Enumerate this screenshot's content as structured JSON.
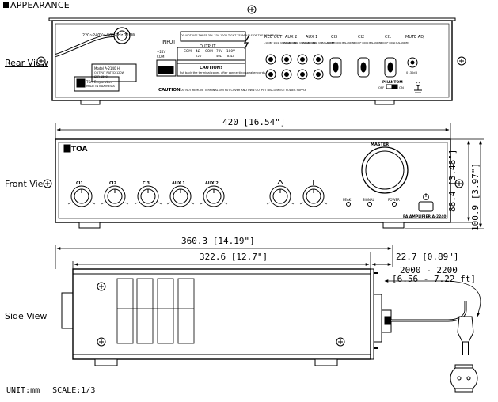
{
  "header": {
    "title": "APPEARANCE"
  },
  "views": {
    "rear": "Rear View",
    "front": "Front View",
    "side": "Side View"
  },
  "rear": {
    "power_label": "220~240V~ 50/60Hz 126W",
    "input_label": "INPUT",
    "output_label": "OUTPUT",
    "input_vals": [
      "+24V",
      "COM"
    ],
    "output_vals": [
      "COM",
      "4Ω",
      "COM",
      "70V",
      "100V"
    ],
    "output_sub": [
      "",
      "22V",
      "",
      "40Ω",
      "83Ω"
    ],
    "caution_box_title": "CAUTION!",
    "caution_box_text": "Put back the terminal cover, after connecting speaker cords.",
    "caution_bottom_label": "CAUTION",
    "caution_bottom_text": "DO NOT REMOVE TERMINAL OUTPUT COVER AND OWN OUTPUT DISCONNECT POWER SUPPLY",
    "warning_top": "DO NOT USE THESE 3DL 70V 100V TIGHT TERMINALS OF THE POWER TAG",
    "model_line1": "Model  A-2140 H",
    "model_line2": "OUTPUT RATED  120W",
    "model_line3": "SER       1500",
    "brand_line1": "TOA Corporation",
    "brand_line2": "MADE IN INDONESIA",
    "rec_out": "REC OUT",
    "aux2": "AUX 2",
    "aux1": "AUX 1",
    "rca_sub": "-10dB* 10kΩ UNBALANCED",
    "ch3": "CI3",
    "ch2": "CI2",
    "ch1": "CI1",
    "ch_sub": "-60dB* 600Ω BALANCED",
    "mute_adj": "MUTE ADJ",
    "mute_range": "0      -30dB",
    "phantom": "PHANTOM",
    "phantom_states": [
      "OFF",
      "ON"
    ]
  },
  "front": {
    "brand": "TOA",
    "master": "MASTER",
    "knob_labels": [
      "CI1",
      "CI2",
      "CI3",
      "AUX 1",
      "AUX 2"
    ],
    "indicators": [
      "PEAK",
      "SIGNAL",
      "POWER"
    ],
    "model_text": "PA AMPLIFIER  A-2240"
  },
  "dims": {
    "width": "420 [16.54\"]",
    "height_panel": "88.4 [3.48\"]",
    "height_total": "100.9 [3.97\"]",
    "depth_total": "360.3 [14.19\"]",
    "depth_body": "322.6 [12.7\"]",
    "protrusion": "22.7 [0.89\"]",
    "cord_length": "2000 - 2200",
    "cord_length_ft": "[6.56 - 7.22 ft]"
  },
  "footer": {
    "unit": "UNIT:mm",
    "scale": "SCALE:1/3"
  }
}
